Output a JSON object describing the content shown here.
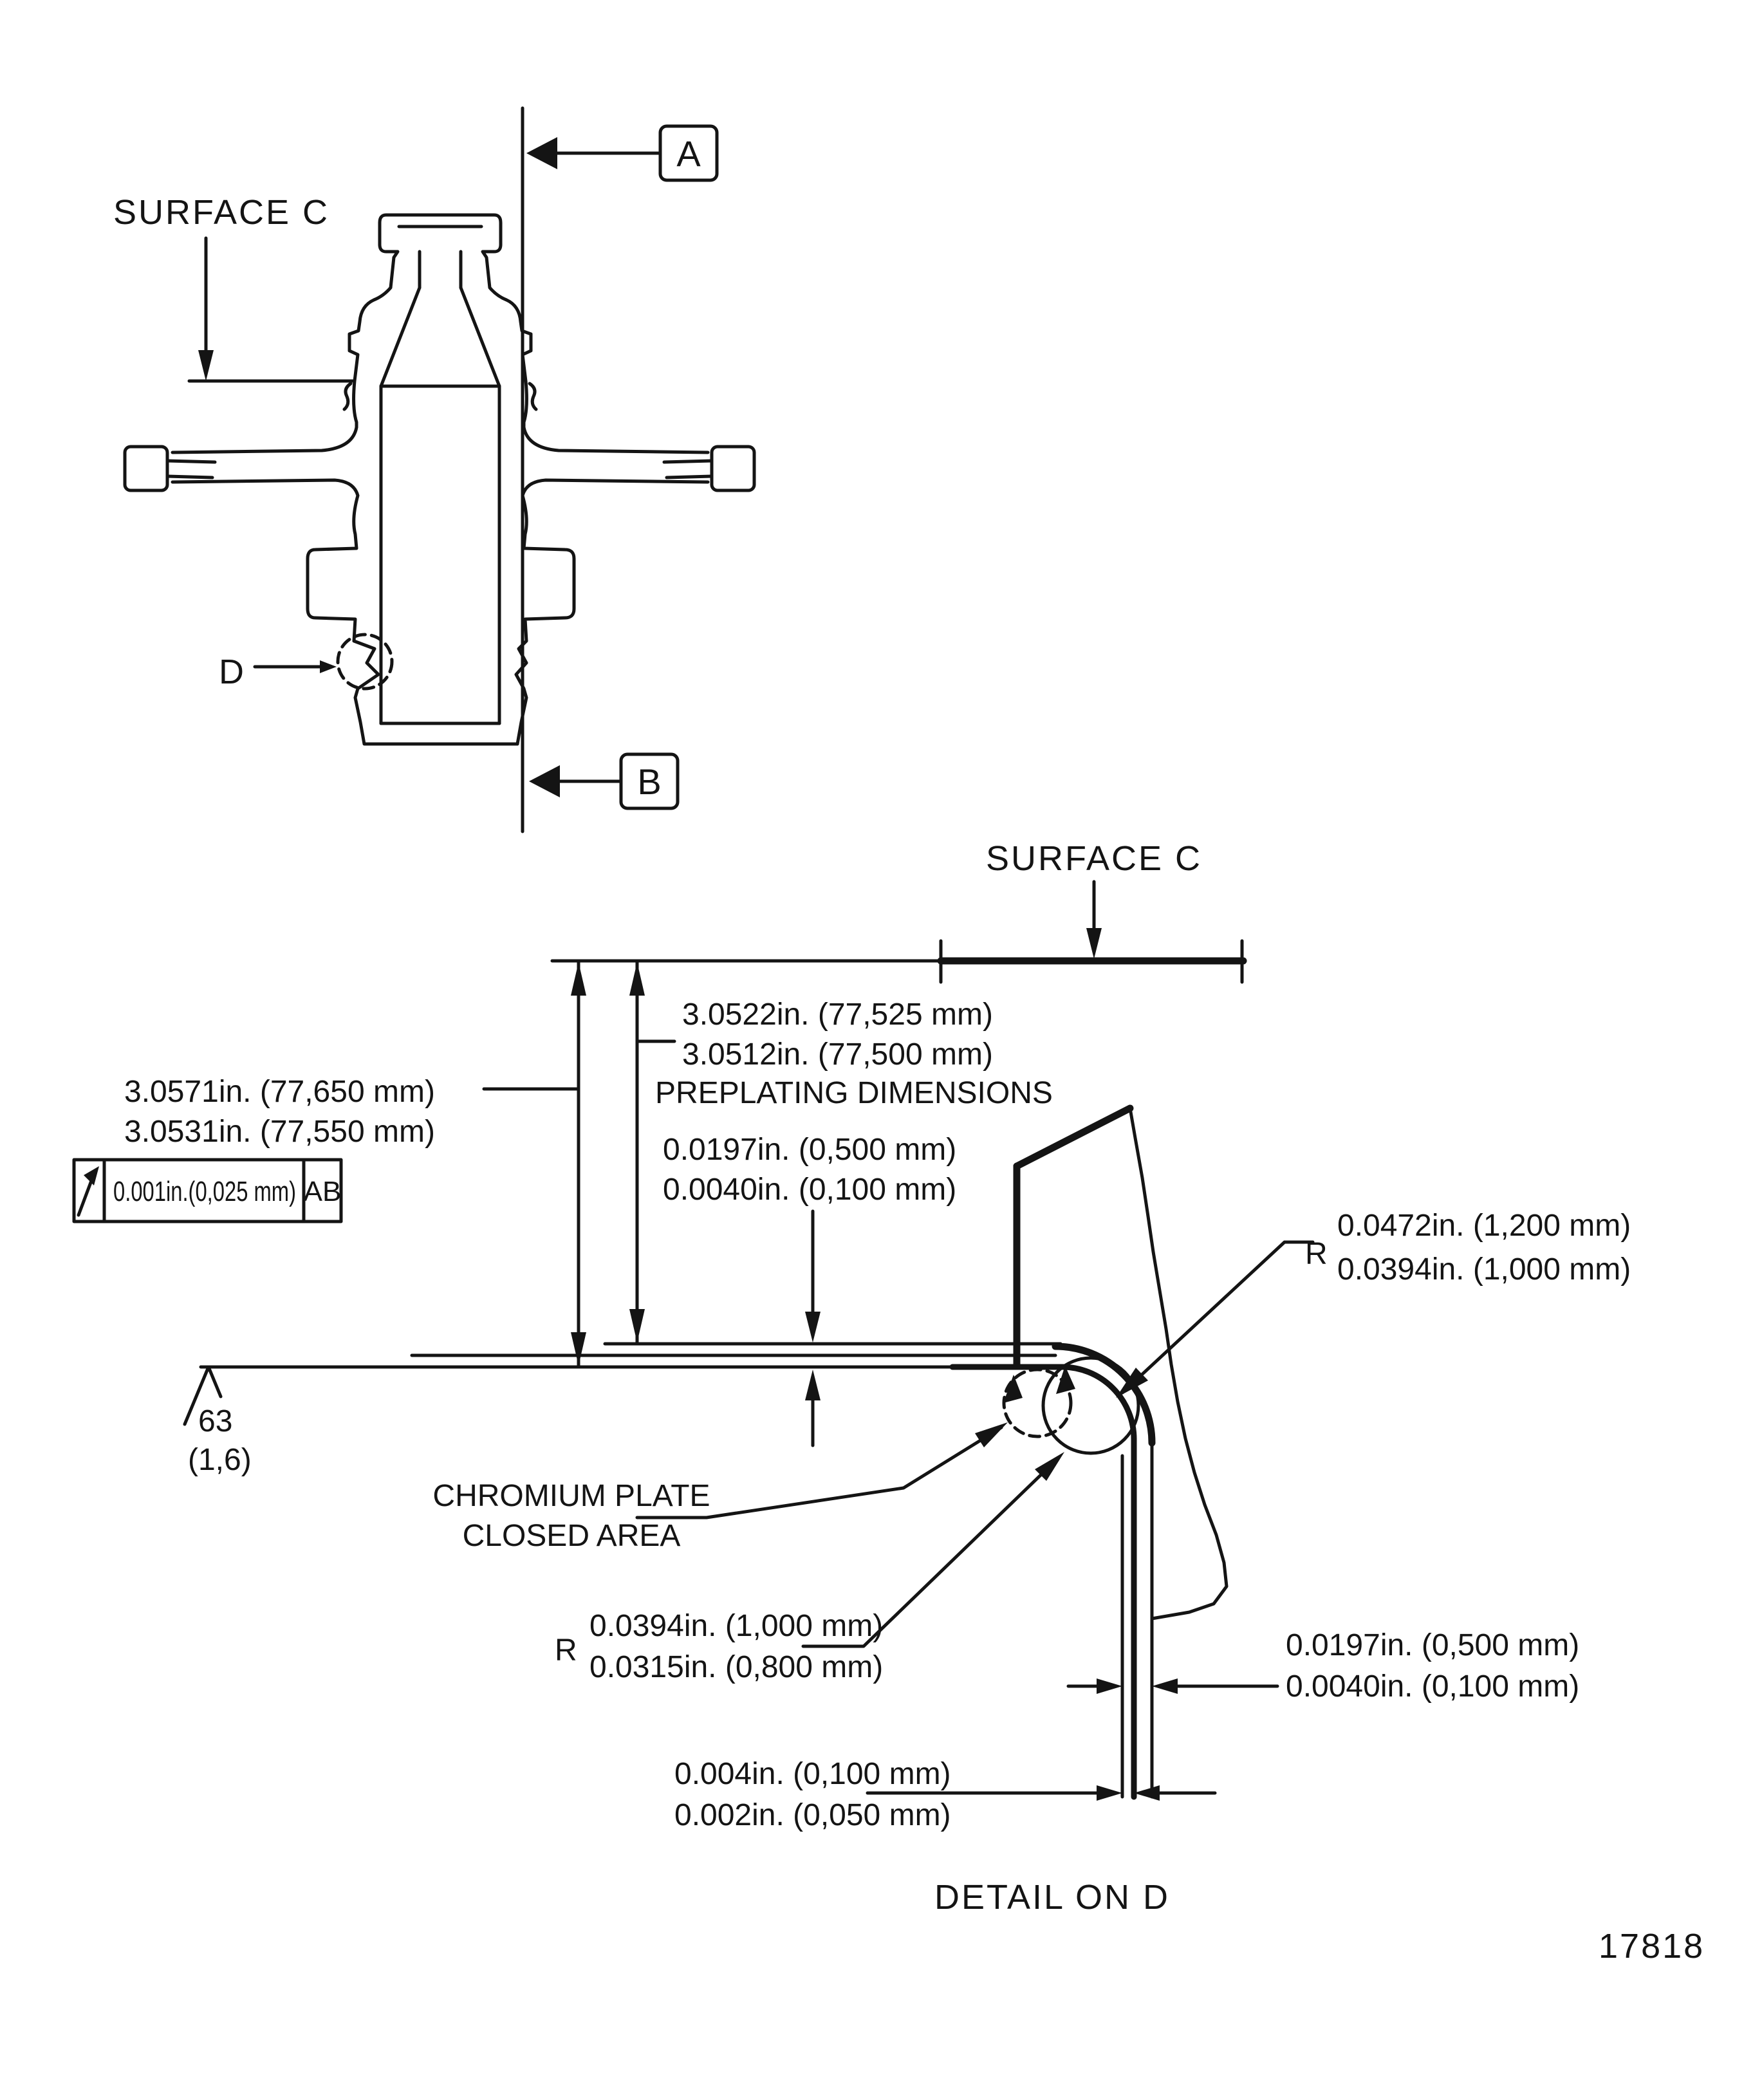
{
  "upper_view": {
    "surface_label": "SURFACE C",
    "datum_a": "A",
    "datum_b": "B",
    "detail_marker": "D"
  },
  "detail_view": {
    "surface_label": "SURFACE C",
    "post_plating": {
      "line1": "3.0571in. (77,650 mm)",
      "line2": "3.0531in. (77,550 mm)"
    },
    "pre_plating": {
      "line1": "3.0522in. (77,525 mm)",
      "line2": "3.0512in. (77,500 mm)",
      "label": "PREPLATING DIMENSIONS"
    },
    "runout_frame": {
      "tolerance": "0.001in.(0,025 mm)",
      "datums": "AB"
    },
    "surface_finish": {
      "roughness": "63",
      "metric": "(1,6)"
    },
    "plating_thickness_top": {
      "line1": "0.0197in. (0,500 mm)",
      "line2": "0.0040in. (0,100 mm)"
    },
    "outer_radius": {
      "symbol": "R",
      "line1": "0.0472in. (1,200 mm)",
      "line2": "0.0394in. (1,000 mm)"
    },
    "chromium_note": {
      "line1": "CHROMIUM PLATE",
      "line2": "CLOSED AREA"
    },
    "inner_radius": {
      "symbol": "R",
      "line1": "0.0394in. (1,000 mm)",
      "line2": "0.0315in. (0,800 mm)"
    },
    "plating_thickness_side": {
      "line1": "0.0197in. (0,500 mm)",
      "line2": "0.0040in. (0,100 mm)"
    },
    "plating_thickness_closed": {
      "line1": "0.004in. (0,100 mm)",
      "line2": "0.002in. (0,050 mm)"
    },
    "caption": "DETAIL ON D"
  },
  "figure_number": "17818",
  "colors": {
    "ink": "#141414",
    "paper": "#ffffff"
  }
}
